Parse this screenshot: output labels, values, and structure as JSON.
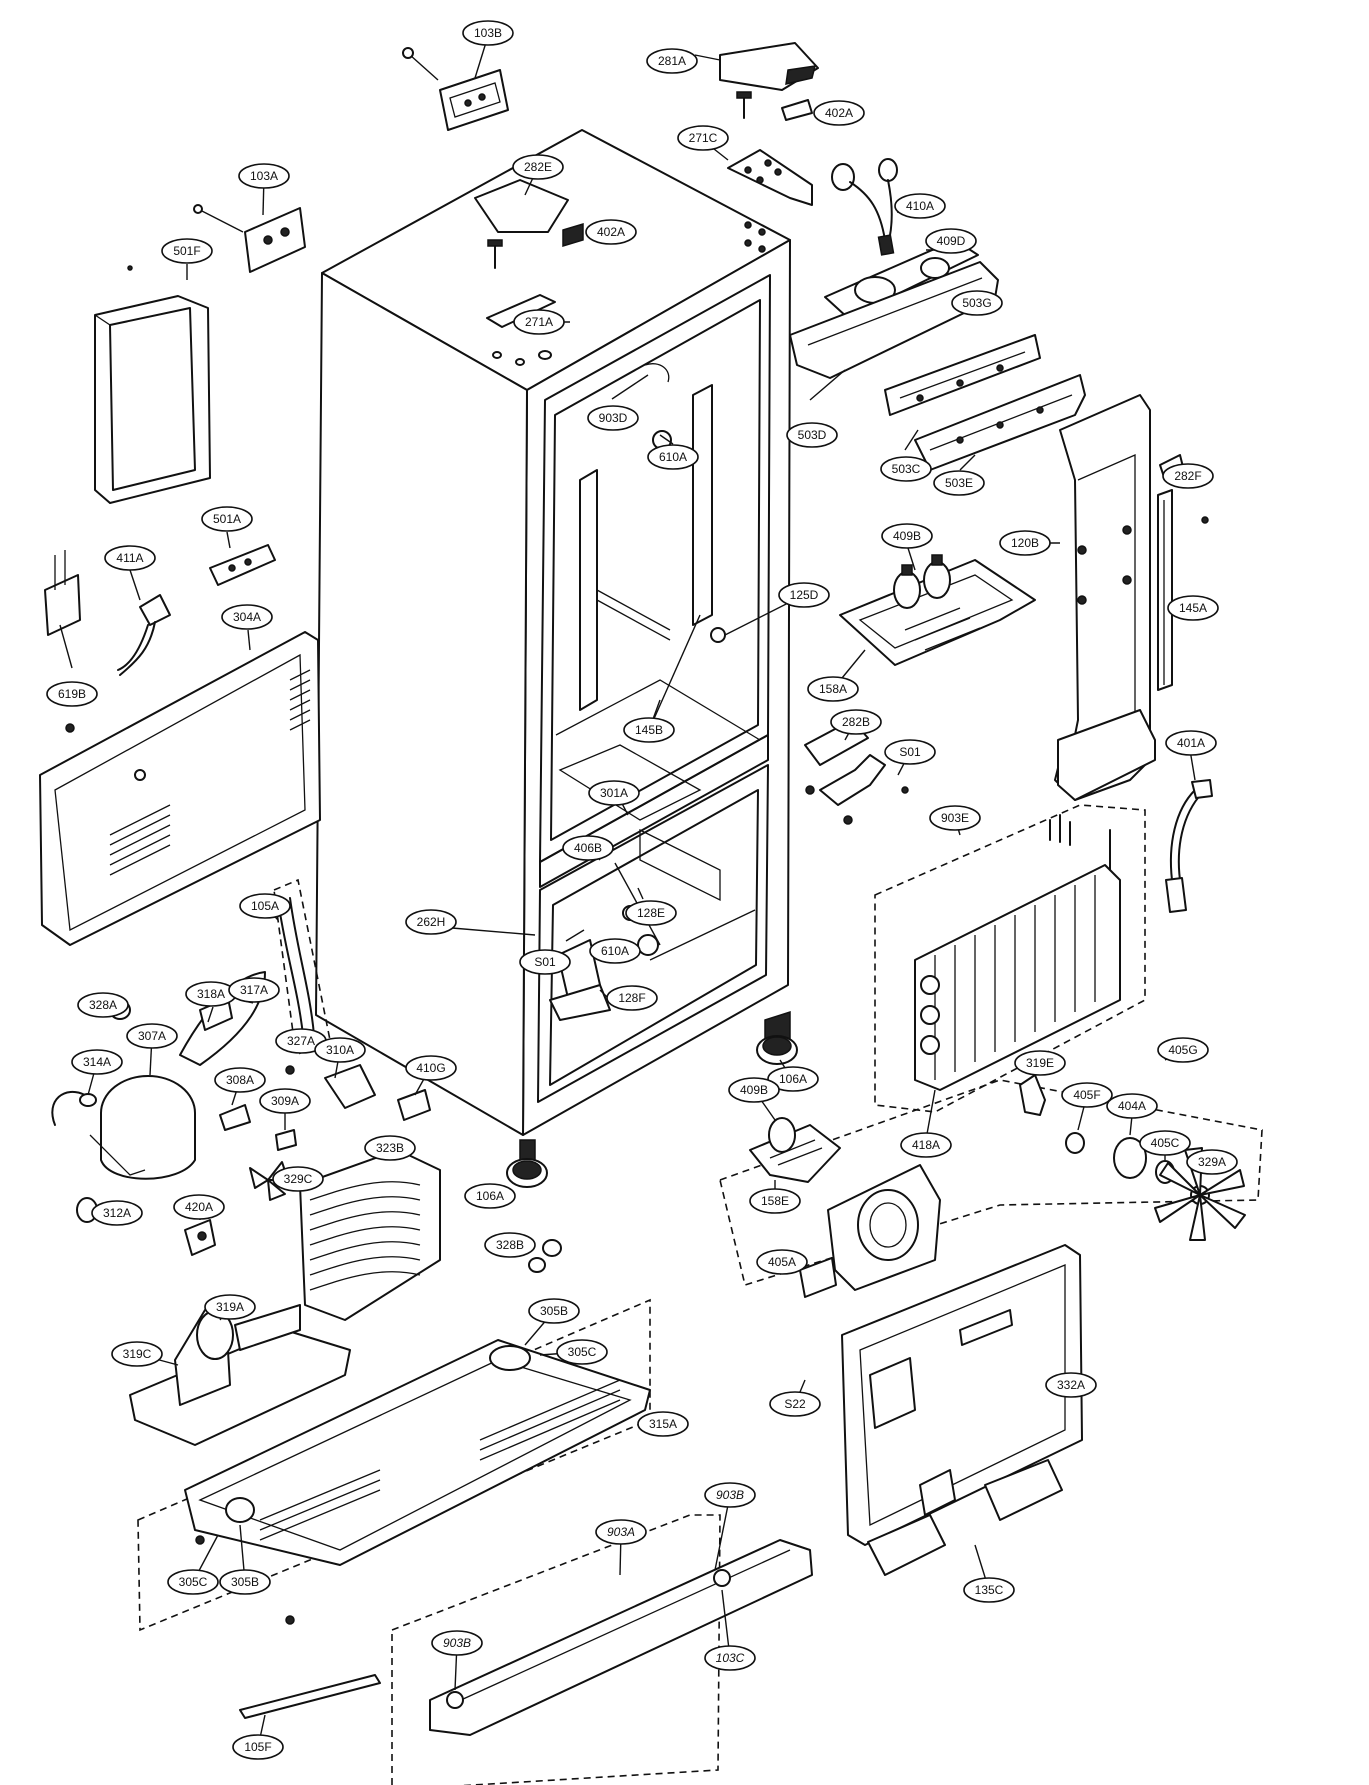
{
  "callouts": [
    {
      "id": "103B",
      "italic": false
    },
    {
      "id": "281A",
      "italic": false
    },
    {
      "id": "402A",
      "italic": false
    },
    {
      "id": "271C",
      "italic": false
    },
    {
      "id": "282E",
      "italic": false
    },
    {
      "id": "402A",
      "italic": false
    },
    {
      "id": "410A",
      "italic": false
    },
    {
      "id": "103A",
      "italic": false
    },
    {
      "id": "409D",
      "italic": false
    },
    {
      "id": "501F",
      "italic": false
    },
    {
      "id": "271A",
      "italic": false
    },
    {
      "id": "503G",
      "italic": false
    },
    {
      "id": "903D",
      "italic": false
    },
    {
      "id": "503D",
      "italic": false
    },
    {
      "id": "610A",
      "italic": false
    },
    {
      "id": "503C",
      "italic": false
    },
    {
      "id": "282F",
      "italic": false
    },
    {
      "id": "503E",
      "italic": false
    },
    {
      "id": "501A",
      "italic": false
    },
    {
      "id": "120B",
      "italic": false
    },
    {
      "id": "411A",
      "italic": false
    },
    {
      "id": "409B",
      "italic": false
    },
    {
      "id": "125D",
      "italic": false
    },
    {
      "id": "304A",
      "italic": false
    },
    {
      "id": "145A",
      "italic": false
    },
    {
      "id": "158A",
      "italic": false
    },
    {
      "id": "619B",
      "italic": false
    },
    {
      "id": "145B",
      "italic": false
    },
    {
      "id": "282B",
      "italic": false
    },
    {
      "id": "S01",
      "italic": false
    },
    {
      "id": "401A",
      "italic": false
    },
    {
      "id": "903E",
      "italic": false
    },
    {
      "id": "301A",
      "italic": false
    },
    {
      "id": "406B",
      "italic": false
    },
    {
      "id": "105A",
      "italic": false
    },
    {
      "id": "262H",
      "italic": false
    },
    {
      "id": "128E",
      "italic": false
    },
    {
      "id": "610A",
      "italic": false
    },
    {
      "id": "318A",
      "italic": false
    },
    {
      "id": "317A",
      "italic": false
    },
    {
      "id": "S01",
      "italic": false
    },
    {
      "id": "328A",
      "italic": false
    },
    {
      "id": "128F",
      "italic": false
    },
    {
      "id": "327A",
      "italic": false
    },
    {
      "id": "307A",
      "italic": false
    },
    {
      "id": "310A",
      "italic": false
    },
    {
      "id": "314A",
      "italic": false
    },
    {
      "id": "410G",
      "italic": false
    },
    {
      "id": "106A",
      "italic": false
    },
    {
      "id": "308A",
      "italic": false
    },
    {
      "id": "409B",
      "italic": false
    },
    {
      "id": "309A",
      "italic": false
    },
    {
      "id": "418A",
      "italic": false
    },
    {
      "id": "319E",
      "italic": false
    },
    {
      "id": "405G",
      "italic": false
    },
    {
      "id": "323B",
      "italic": false
    },
    {
      "id": "405F",
      "italic": false
    },
    {
      "id": "329C",
      "italic": false
    },
    {
      "id": "404A",
      "italic": false
    },
    {
      "id": "106A",
      "italic": false
    },
    {
      "id": "312A",
      "italic": false
    },
    {
      "id": "420A",
      "italic": false
    },
    {
      "id": "158E",
      "italic": false
    },
    {
      "id": "405C",
      "italic": false
    },
    {
      "id": "328B",
      "italic": false
    },
    {
      "id": "329A",
      "italic": false
    },
    {
      "id": "405A",
      "italic": false
    },
    {
      "id": "319A",
      "italic": false
    },
    {
      "id": "305B",
      "italic": false
    },
    {
      "id": "319C",
      "italic": false
    },
    {
      "id": "305C",
      "italic": false
    },
    {
      "id": "S22",
      "italic": false
    },
    {
      "id": "332A",
      "italic": false
    },
    {
      "id": "315A",
      "italic": false
    },
    {
      "id": "903B",
      "italic": true
    },
    {
      "id": "903A",
      "italic": true
    },
    {
      "id": "135C",
      "italic": false
    },
    {
      "id": "305C",
      "italic": false
    },
    {
      "id": "305B",
      "italic": false
    },
    {
      "id": "903B",
      "italic": true
    },
    {
      "id": "103C",
      "italic": true
    },
    {
      "id": "105F",
      "italic": false
    }
  ]
}
